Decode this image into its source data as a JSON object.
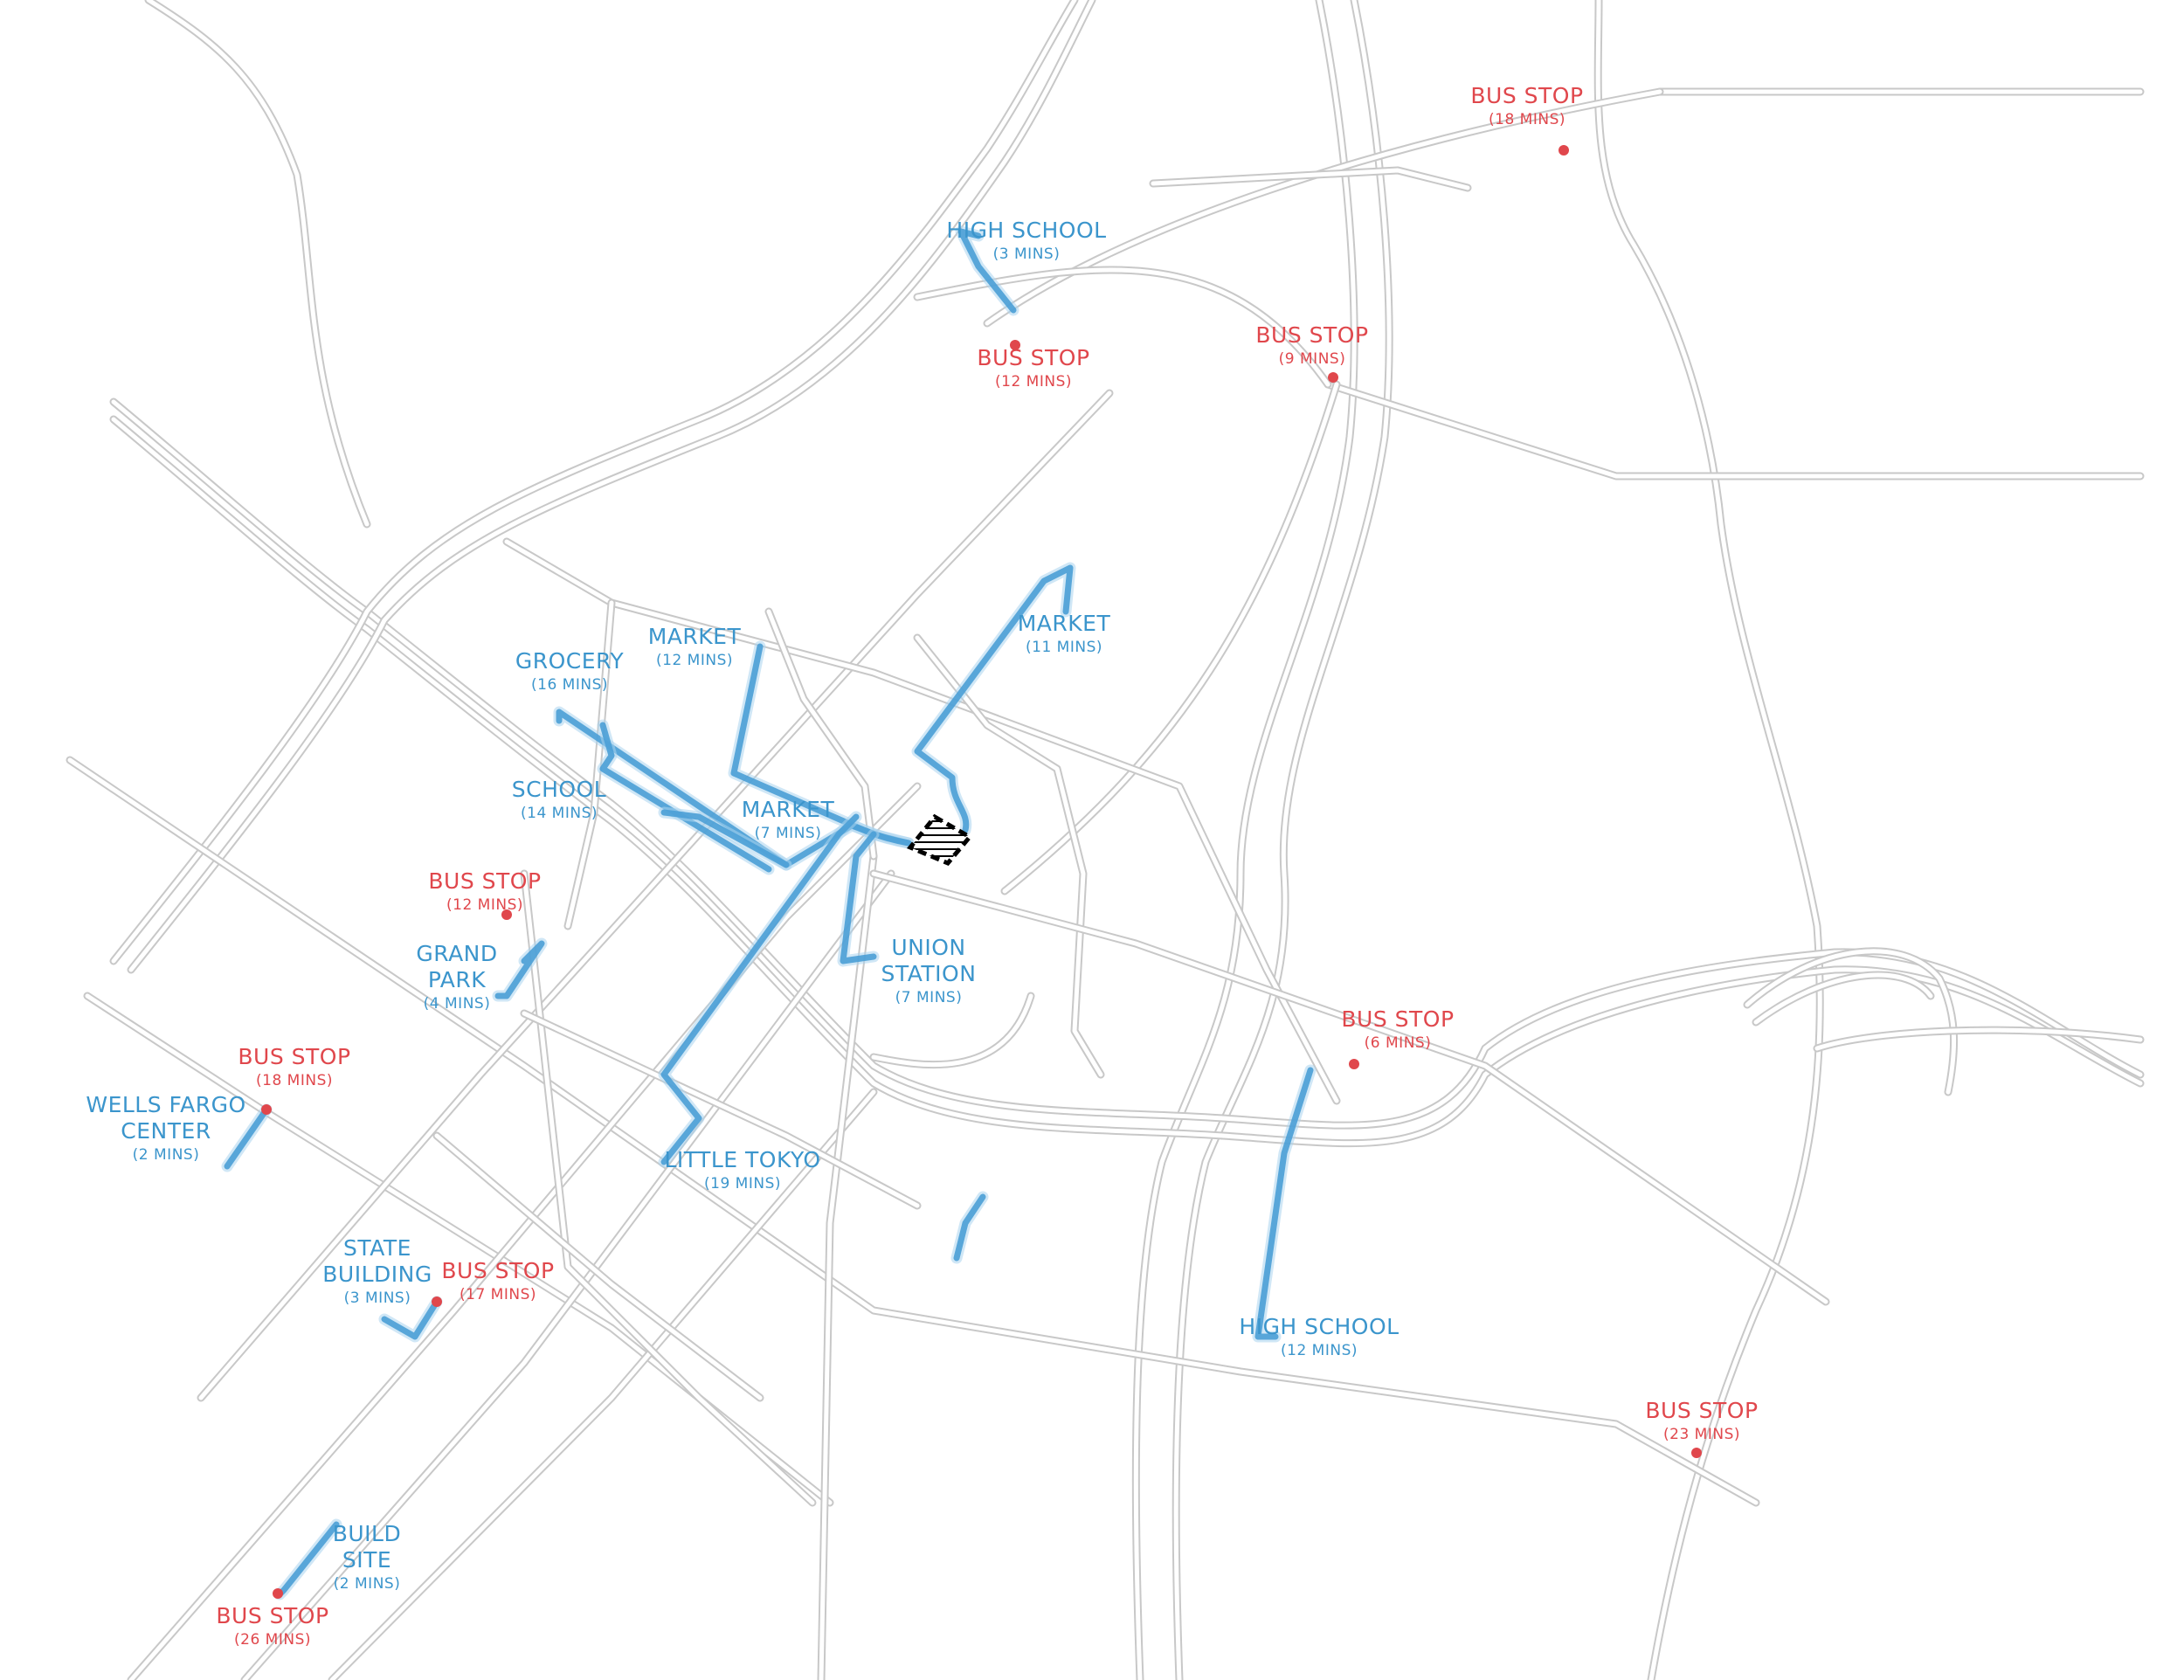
{
  "colors": {
    "route": "#4a9fd6",
    "destination": "#3b95cc",
    "bus_stop": "#e0474c",
    "road": "#c8c8c8",
    "site": "#000000"
  },
  "site_marker": "hatched-site-icon",
  "destinations": [
    {
      "id": "high-school-north",
      "lines": [
        "HIGH SCHOOL"
      ],
      "time": "(3 MINS)"
    },
    {
      "id": "market-east",
      "lines": [
        "MARKET"
      ],
      "time": "(11 MINS)"
    },
    {
      "id": "market-north",
      "lines": [
        "MARKET"
      ],
      "time": "(12 MINS)"
    },
    {
      "id": "grocery",
      "lines": [
        "GROCERY"
      ],
      "time": "(16 MINS)"
    },
    {
      "id": "school",
      "lines": [
        "SCHOOL"
      ],
      "time": "(14 MINS)"
    },
    {
      "id": "market-center",
      "lines": [
        "MARKET"
      ],
      "time": "(7 MINS)"
    },
    {
      "id": "union-station",
      "lines": [
        "UNION",
        "STATION"
      ],
      "time": "(7 MINS)"
    },
    {
      "id": "grand-park",
      "lines": [
        "GRAND",
        "PARK"
      ],
      "time": "(4 MINS)"
    },
    {
      "id": "wells-fargo-center",
      "lines": [
        "WELLS FARGO",
        "CENTER"
      ],
      "time": "(2 MINS)"
    },
    {
      "id": "little-tokyo",
      "lines": [
        "LITTLE TOKYO"
      ],
      "time": "(19 MINS)"
    },
    {
      "id": "state-building",
      "lines": [
        "STATE",
        "BUILDING"
      ],
      "time": "(3 MINS)"
    },
    {
      "id": "high-school-south",
      "lines": [
        "HIGH SCHOOL"
      ],
      "time": "(12 MINS)"
    },
    {
      "id": "build-site",
      "lines": [
        "BUILD",
        "SITE"
      ],
      "time": "(2 MINS)"
    }
  ],
  "bus_stops": [
    {
      "id": "ne",
      "label": "BUS STOP",
      "time": "(18 MINS)"
    },
    {
      "id": "north",
      "label": "BUS STOP",
      "time": "(12 MINS)"
    },
    {
      "id": "east-upper",
      "label": "BUS STOP",
      "time": "(9 MINS)"
    },
    {
      "id": "west-12",
      "label": "BUS STOP",
      "time": "(12 MINS)"
    },
    {
      "id": "east-6",
      "label": "BUS STOP",
      "time": "(6 MINS)"
    },
    {
      "id": "west-18",
      "label": "BUS STOP",
      "time": "(18 MINS)"
    },
    {
      "id": "sw-17",
      "label": "BUS STOP",
      "time": "(17 MINS)"
    },
    {
      "id": "se-23",
      "label": "BUS STOP",
      "time": "(23 MINS)"
    },
    {
      "id": "sw-26",
      "label": "BUS STOP",
      "time": "(26 MINS)"
    }
  ]
}
